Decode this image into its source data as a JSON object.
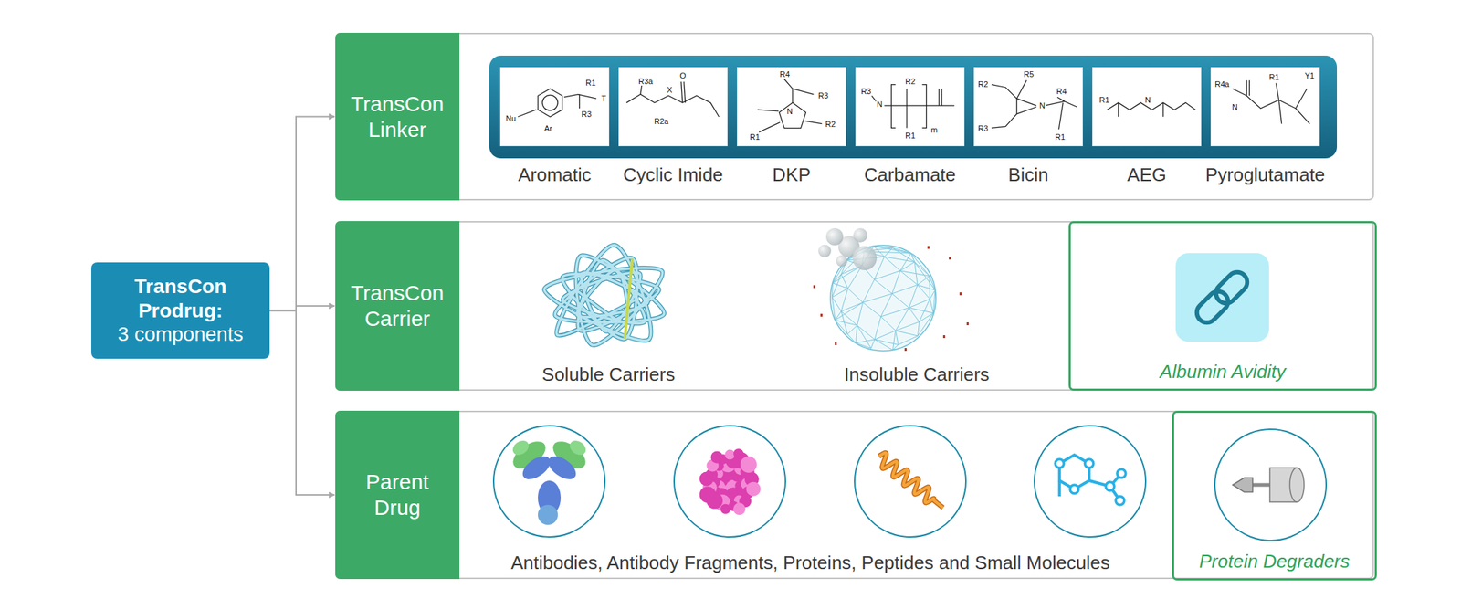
{
  "diagram": {
    "nodes": [
      {
        "text": [
          "TransCon Prodrug:",
          "3 components"
        ]
      },
      {
        "text": [
          "TransCon Linker"
        ]
      },
      {
        "text": [
          "Aromatic",
          "Nu",
          "Ar",
          "R1",
          "R3",
          "T"
        ],
        "in": 1
      },
      {
        "text": [
          "Cyclic Imide",
          "R3a",
          "R2a",
          "X",
          "O"
        ],
        "in": 1
      },
      {
        "text": [
          "DKP",
          "R4",
          "R3",
          "N",
          "R2",
          "R1"
        ],
        "in": 1
      },
      {
        "text": [
          "Carbamate",
          "R3",
          "N",
          "R2",
          "R1",
          "m"
        ],
        "in": 1
      },
      {
        "text": [
          "Bicin",
          "R2",
          "R3",
          "R5",
          "R4",
          "N",
          "R1"
        ],
        "in": 1
      },
      {
        "text": [
          "AEG",
          "R1",
          "N"
        ],
        "in": 1
      },
      {
        "text": [
          "Pyroglutamate",
          "R4a",
          "N",
          "R1",
          "Y1"
        ],
        "in": 1
      },
      {
        "text": [
          "TransCon Carrier"
        ]
      },
      {
        "text": [
          "Albumin Avidity"
        ],
        "in": 9
      },
      {
        "text": [
          "Parent Drug"
        ]
      },
      {
        "text": [
          "Protein Degraders"
        ],
        "in": 11
      }
    ],
    "edges": [
      {
        "from": 0,
        "to": 1,
        "arrow": "to"
      },
      {
        "from": 0,
        "to": 9,
        "arrow": "to"
      },
      {
        "from": 0,
        "to": 11,
        "arrow": "to"
      }
    ],
    "labels": [
      "Soluble Carriers",
      "Insoluble Carriers",
      "Antibodies, Antibody Fragments, Proteins, Peptides and Small Molecules"
    ]
  }
}
